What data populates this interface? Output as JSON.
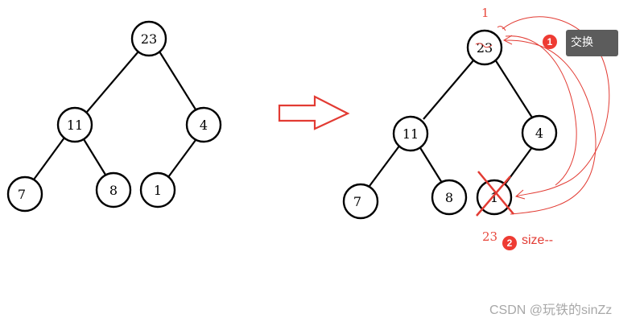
{
  "left_tree": {
    "nodes": [
      {
        "id": "n23",
        "label": "23"
      },
      {
        "id": "n11",
        "label": "11"
      },
      {
        "id": "n4",
        "label": "4"
      },
      {
        "id": "n7",
        "label": "7"
      },
      {
        "id": "n8",
        "label": "8"
      },
      {
        "id": "n1",
        "label": "1"
      }
    ]
  },
  "right_tree": {
    "nodes": [
      {
        "id": "m23",
        "label": "23"
      },
      {
        "id": "m11",
        "label": "11"
      },
      {
        "id": "m4",
        "label": "4"
      },
      {
        "id": "m7",
        "label": "7"
      },
      {
        "id": "m8",
        "label": "8"
      },
      {
        "id": "m1",
        "label": "1"
      }
    ]
  },
  "annotations": {
    "handwritten_one": "1",
    "handwritten_23": "23",
    "step1_badge": "1",
    "step1_tooltip": "交换",
    "step2_badge": "2",
    "step2_label": "size--"
  },
  "watermark": "CSDN @玩铁的sinZz",
  "colors": {
    "annotation_red": "#e23b33",
    "tooltip_bg": "#5c5c5c",
    "watermark_gray": "#a8a8a8",
    "arrow_outline": "#e23b33"
  }
}
